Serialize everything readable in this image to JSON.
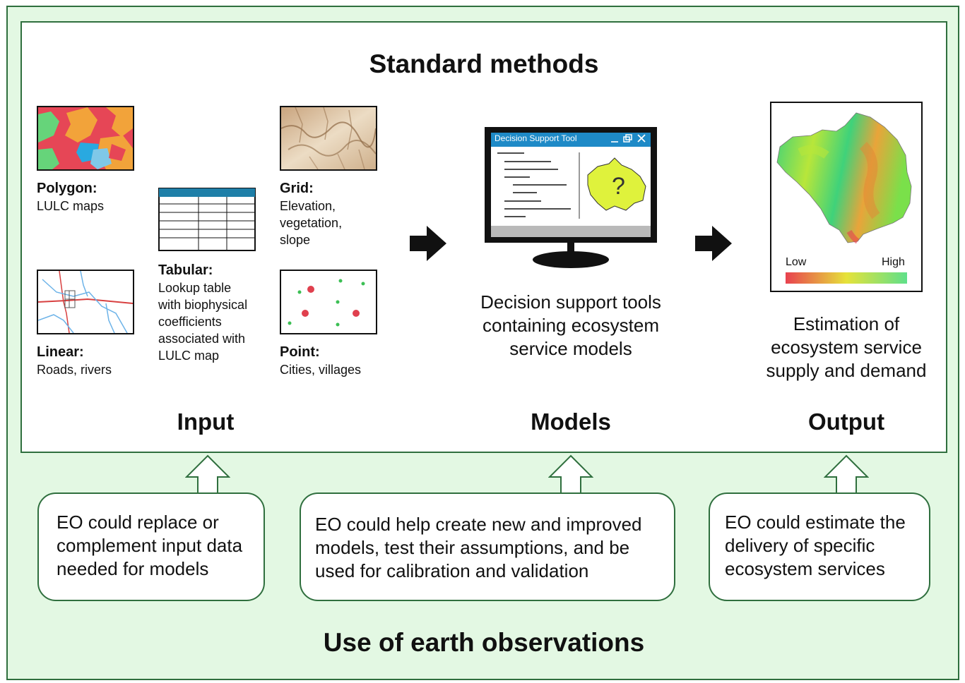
{
  "title": "Standard methods",
  "footer_title": "Use of earth observations",
  "input": {
    "section_title": "Input",
    "polygon": {
      "label": "Polygon:",
      "desc": "LULC maps"
    },
    "linear": {
      "label": "Linear:",
      "desc": "Roads, rivers"
    },
    "tabular": {
      "label": "Tabular:",
      "desc_lines": [
        "Lookup table",
        "with biophysical",
        "coefficients",
        "associated with",
        "LULC map"
      ]
    },
    "grid": {
      "label": "Grid:",
      "desc_lines": [
        "Elevation,",
        "vegetation,",
        "slope"
      ]
    },
    "point": {
      "label": "Point:",
      "desc": "Cities, villages"
    }
  },
  "models": {
    "section_title": "Models",
    "window_title": "Decision Support Tool",
    "question_mark": "?",
    "caption_lines": [
      "Decision support tools",
      "containing ecosystem",
      "service models"
    ]
  },
  "output": {
    "section_title": "Output",
    "legend_low": "Low",
    "legend_high": "High",
    "caption_lines": [
      "Estimation of",
      "ecosystem service",
      "supply and demand"
    ]
  },
  "eo_boxes": {
    "input_lines": [
      "EO could replace or",
      "complement input data",
      "needed for models"
    ],
    "models_lines": [
      "EO could help create new and improved",
      "models, test their assumptions, and be",
      "used for calibration and validation"
    ],
    "output_lines": [
      "EO could estimate the",
      "delivery of specific",
      "ecosystem services"
    ]
  },
  "colors": {
    "frame_green": "#2f6f3e",
    "background_green": "#e3f8e3",
    "window_bar": "#1e8ac7",
    "map_yellow": "#dff23c",
    "legend_low": "#e8414f",
    "legend_high": "#5fe08a"
  }
}
